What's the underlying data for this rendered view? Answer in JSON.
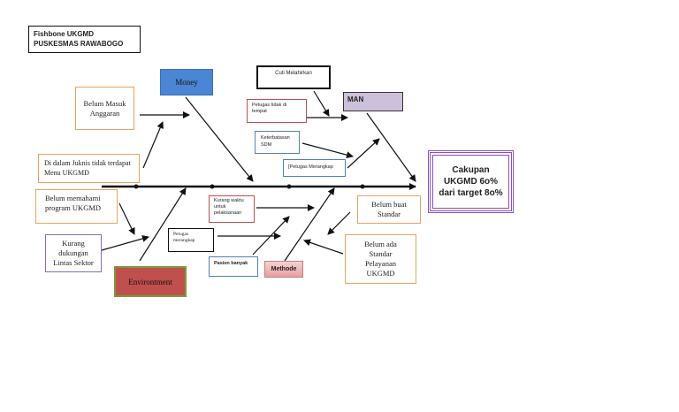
{
  "header": {
    "line1": "Fishbone UKGMD",
    "line2": "PUSKESMAS RAWABOGO"
  },
  "effect": {
    "line1": "Cakupan",
    "line2": "UKGMD 6o%",
    "line3": "dari target 8o%"
  },
  "categories": {
    "money": "Money",
    "man": "MAN",
    "environment": "Environtment",
    "methode": "Methode"
  },
  "causes": {
    "belum_masuk_anggaran": "Belum Masuk Anggaran",
    "juknis": "Di dalam Juknis tidak terdapat Menu UKGMD",
    "belum_memahami": "Belum memahami program UKGMD",
    "kurang_dukungan": "Kurang dukungan Lintas Sektor",
    "cuti_melahirkan": "Cuti Melahirkan",
    "petugas_tidak_di_tempat": "Petugas tidak di tempat",
    "keterbatasan_sdm": "Keterbatasan SDM",
    "petugas_merangkap_man": "[Petugas Merangkap",
    "kurang_waktu": "Kurang waktu untuk pelaksanaan",
    "petugas_merangkap_env": "Petugas merangkap",
    "pasien_banyak": "Pasien banyak",
    "belum_buat_standar": "Belum buat Standar",
    "belum_ada_standar": "Belum ada Standar Pelayanan UKGMD"
  },
  "colors": {
    "money_fill": "#4a86d4",
    "man_fill": "#ccc0da",
    "environment_fill": "#c0504d",
    "methode_fill": "#f2b8b8",
    "effect_border": "#8a4fc8"
  }
}
